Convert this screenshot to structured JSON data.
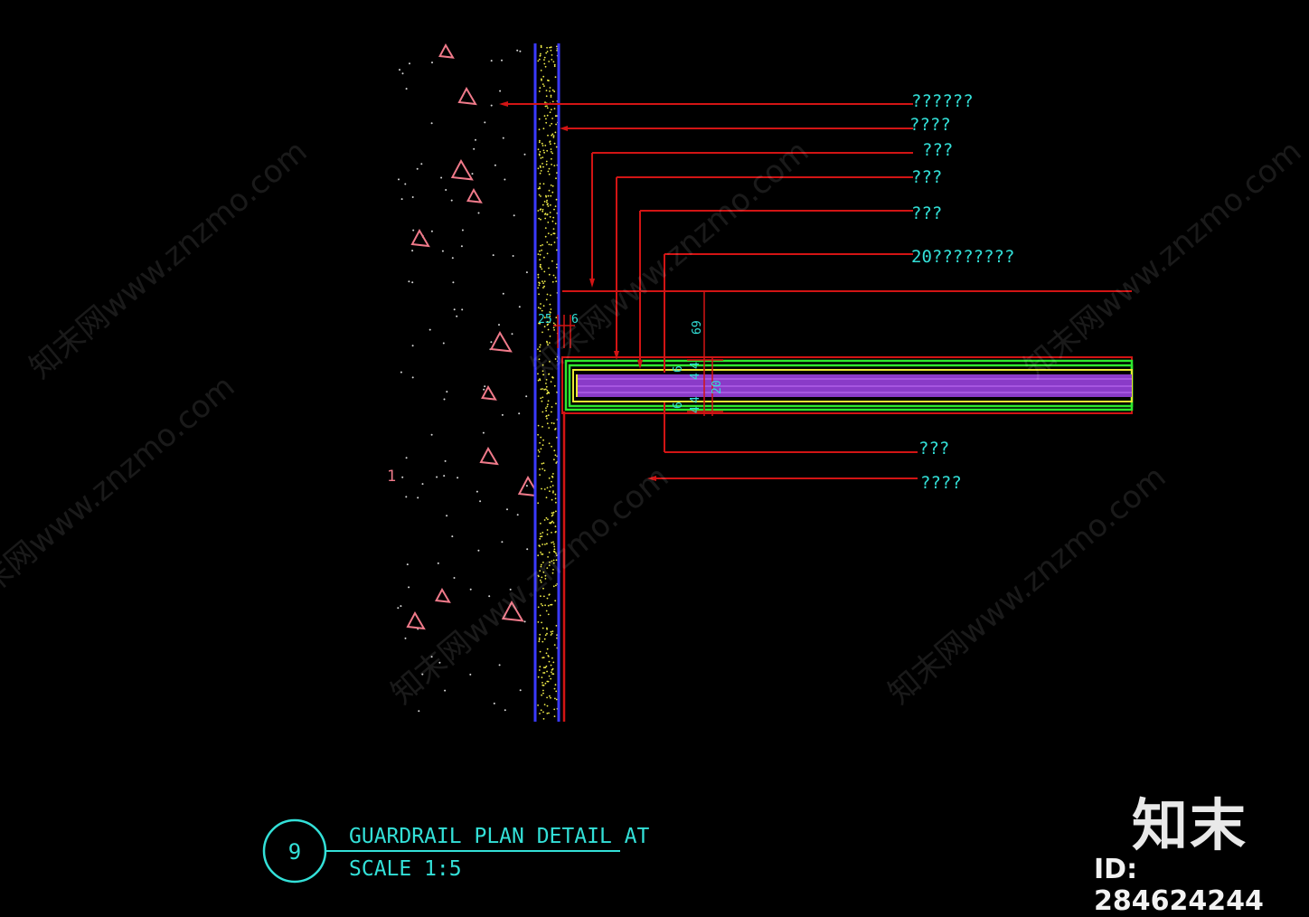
{
  "colors": {
    "background": "#000000",
    "leader": "#d21414",
    "label": "#33e0d8",
    "title": "#33e0d8",
    "wall_edge": "#3a3aff",
    "wall_fill_dots": "#f4f04a",
    "glass_green": "#2ee82e",
    "glass_yellow": "#e8e832",
    "glass_core": "#8a3bc8",
    "aggregate": "#f07a8a",
    "dimension": "#33e0d8"
  },
  "labels": {
    "l1": "??????",
    "l2": "????",
    "l3": "???",
    "l4": "???",
    "l5": "???",
    "l6": "20????????",
    "l7": "???",
    "l8": "????"
  },
  "dimensions": {
    "d25": "25",
    "d6a": "6",
    "d69": "69",
    "d6b": "6",
    "d6c": "6",
    "d4a": "4",
    "d4b": "4",
    "d4c": "4",
    "d4d": "4",
    "d20": "20"
  },
  "stray_text": "1",
  "title_block": {
    "number": "9",
    "title": "GUARDRAIL PLAN DETAIL AT",
    "scale": "SCALE 1:5"
  },
  "watermark": {
    "text": "知末网www.znzmo.com",
    "logo": "知末",
    "id": "ID: 284624244"
  }
}
